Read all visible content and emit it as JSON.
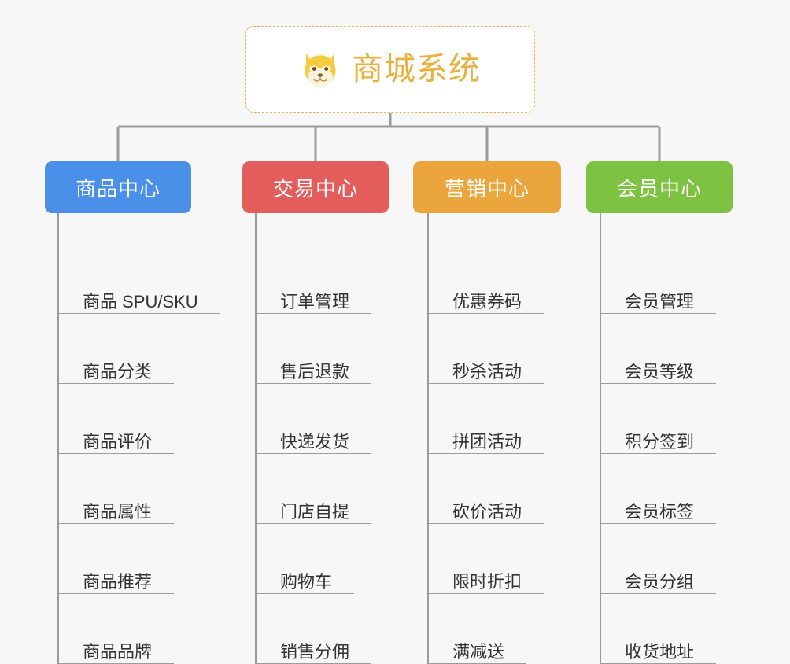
{
  "background_color": "#f7f7f7",
  "root": {
    "title": "商城系统",
    "icon": "shiba-dog-icon",
    "text_color": "#e8b13f",
    "border_color": "#e8b455",
    "background": "#ffffff"
  },
  "branches": [
    {
      "label": "商品中心",
      "color": "#4a90e8",
      "items": [
        "商品 SPU/SKU",
        "商品分类",
        "商品评价",
        "商品属性",
        "商品推荐",
        "商品品牌"
      ]
    },
    {
      "label": "交易中心",
      "color": "#e35d5d",
      "items": [
        "订单管理",
        "售后退款",
        "快递发货",
        "门店自提",
        "购物车",
        "销售分佣"
      ]
    },
    {
      "label": "营销中心",
      "color": "#eaa63c",
      "items": [
        "优惠券码",
        "秒杀活动",
        "拼团活动",
        "砍价活动",
        "限时折扣",
        "满减送"
      ]
    },
    {
      "label": "会员中心",
      "color": "#7ec242",
      "items": [
        "会员管理",
        "会员等级",
        "积分签到",
        "会员标签",
        "会员分组",
        "收货地址"
      ]
    }
  ],
  "connector_color": "#9b9b9b"
}
